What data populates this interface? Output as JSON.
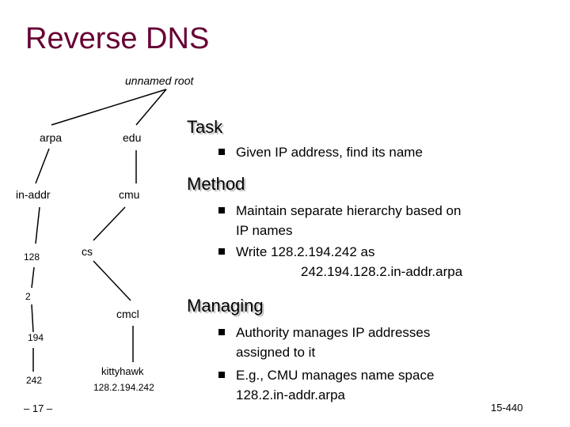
{
  "slide": {
    "title": "Reverse DNS",
    "footer_left": "– 17 –",
    "footer_right": "15-440"
  },
  "tree": {
    "root": "unnamed root",
    "arpa": "arpa",
    "edu": "edu",
    "in_addr": "in-addr",
    "cmu": "cmu",
    "n128": "128",
    "cs": "cs",
    "n2": "2",
    "cmcl": "cmcl",
    "n194": "194",
    "n242": "242",
    "kittyhawk": "kittyhawk",
    "kittyhawk_ip": "128.2.194.242"
  },
  "sections": {
    "task": {
      "heading": "Task",
      "bullets": [
        "Given IP address, find its name"
      ]
    },
    "method": {
      "heading": "Method",
      "b1_line1": "Maintain separate hierarchy based on",
      "b1_line2": "IP names",
      "b2_line1": "Write 128.2.194.242 as",
      "b2_line2": "242.194.128.2.in-addr.arpa"
    },
    "managing": {
      "heading": "Managing",
      "b1_line1": "Authority manages IP addresses",
      "b1_line2": "assigned to it",
      "b2_line1": "E.g., CMU manages name space",
      "b2_line2": "128.2.in-addr.arpa"
    }
  }
}
